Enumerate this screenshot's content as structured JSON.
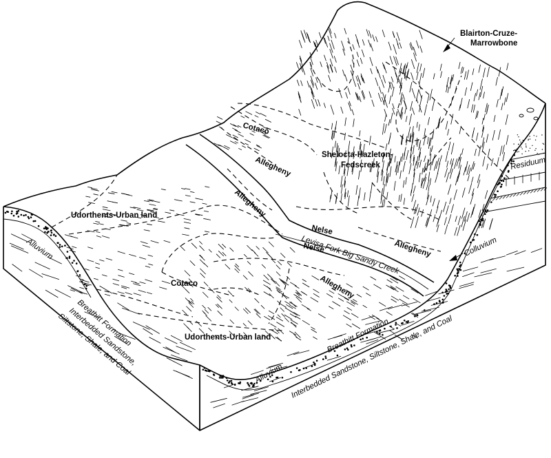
{
  "labels": {
    "blairton": [
      "Blairton-Cruze-",
      "Marrowbone"
    ],
    "shelocta": [
      "Shelocta-Hazleton-",
      "Fedscreek"
    ],
    "cotaco_upper": "Cotaco",
    "cotaco_lower": "Cotaco",
    "allegheny_1": "Allegheny",
    "allegheny_2": "Allegheny",
    "allegheny_3": "Allegheny",
    "allegheny_4": "Allegheny",
    "udorthents_1": "Udorthents-Urban land",
    "udorthents_2": "Udorthents-Urban land",
    "nelse_1": "Nelse",
    "nelse_2": "Nelse",
    "stream": "Levisa Fork Big Sandy Creek",
    "residuum": "Residuum",
    "colluvium": "Colluvium",
    "alluvium_left": "Alluvium",
    "alluvium_front": "Alluvium",
    "formation_left": [
      "Breathitt Formation",
      "Interbedded Sandstone,",
      "Siltstone, Shale, and Coal"
    ],
    "formation_front": [
      "Breathitt Formation",
      "Interbedded Sandstone, Siltstone, Shale, and Coal"
    ]
  }
}
